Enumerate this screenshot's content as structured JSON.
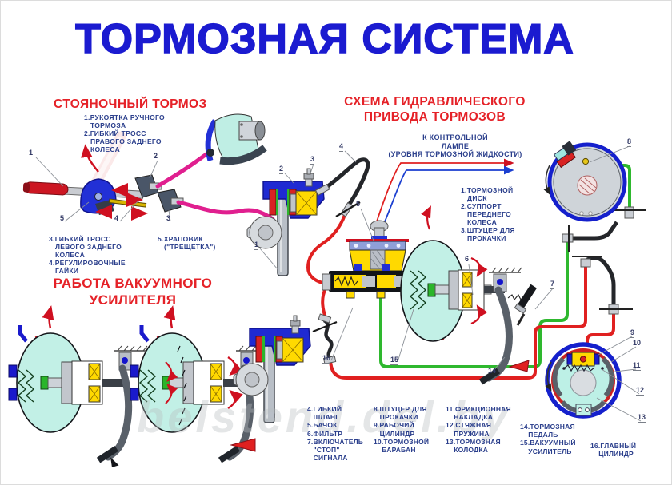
{
  "title": "ТОРМОЗНАЯ СИСТЕМА",
  "watermark": "belstend.del.by",
  "parking": {
    "heading": "СТОЯНОЧНЫЙ ТОРМОЗ",
    "note_top": "1.РУКОЯТКА РУЧНОГО\n   ТОРМОЗА\n2.ГИБКИЙ ТРОСС\n   ПРАВОГО ЗАДНЕГО\n   КОЛЕСА",
    "note_bottom_left": "3.ГИБКИЙ ТРОСС\n   ЛЕВОГО ЗАДНЕГО\n   КОЛЕСА\n4.РЕГУЛИРОВОЧНЫЕ\n   ГАЙКИ",
    "note_bottom_right": "5.ХРАПОВИК\n   (\"ТРЕЩЕТКА\")",
    "callouts": {
      "p1": "1",
      "p2": "2",
      "p3": "3",
      "p4": "4",
      "p5": "5"
    }
  },
  "vacuum": {
    "heading": "РАБОТА ВАКУУМНОГО\nУСИЛИТЕЛЯ"
  },
  "hydraulic": {
    "heading": "СХЕМА ГИДРАВЛИЧЕСКОГО\nПРИВОДА ТОРМОЗОВ",
    "lamp_note": "К КОНТРОЛЬНОЙ\nЛАМПЕ\n(УРОВНЯ ТОРМОЗНОЙ ЖИДКОСТИ)",
    "wheel_list": "1.ТОРМОЗНОЙ\n   ДИСК\n2.СУППОРТ\n   ПЕРЕДНЕГО\n   КОЛЕСА\n3.ШТУЦЕР ДЛЯ\n   ПРОКАЧКИ",
    "callouts": {
      "c1": "1",
      "c2": "2",
      "c3": "3",
      "c4": "4",
      "c5": "5",
      "c6": "6",
      "c7": "7",
      "c8": "8",
      "c9": "9",
      "c10": "10",
      "c11": "11",
      "c12": "12",
      "c13": "13",
      "c14": "14",
      "c15": "15",
      "c16": "16"
    },
    "legend": {
      "col1": "4.ГИБКИЙ\n   ШЛАНГ\n5.БАЧОК\n6.ФИЛЬТР\n7.ВКЛЮЧАТЕЛЬ\n   \"СТОП\"\n   СИГНАЛА",
      "col2": "8.ШТУЦЕР ДЛЯ\n   ПРОКАЧКИ\n9.РАБОЧИЙ\n   ЦИЛИНДР\n10.ТОРМОЗНОЙ\n    БАРАБАН",
      "col3": "11.ФРИКЦИОННАЯ\n    НАКЛАДКА\n12.СТЯЖНАЯ\n    ПРУЖИНА\n13.ТОРМОЗНАЯ\n    КОЛОДКА",
      "col4": "14.ТОРМОЗНАЯ\n    ПЕДАЛЬ\n15.ВАКУУМНЫЙ\n    УСИЛИТЕЛЬ",
      "col5": "16.ГЛАВНЫЙ\n    ЦИЛИНДР"
    }
  },
  "colors": {
    "title_blue": "#1b1bd0",
    "heading_red": "#e52228",
    "note_navy": "#2b3f8c",
    "pipe_red": "#e02020",
    "pipe_green": "#2eb82e",
    "cable_pink": "#e01f8f",
    "booster_cyan": "#c2f0e6",
    "part_yellow": "#ffd900",
    "caliper_blue": "#1f2ad2"
  }
}
